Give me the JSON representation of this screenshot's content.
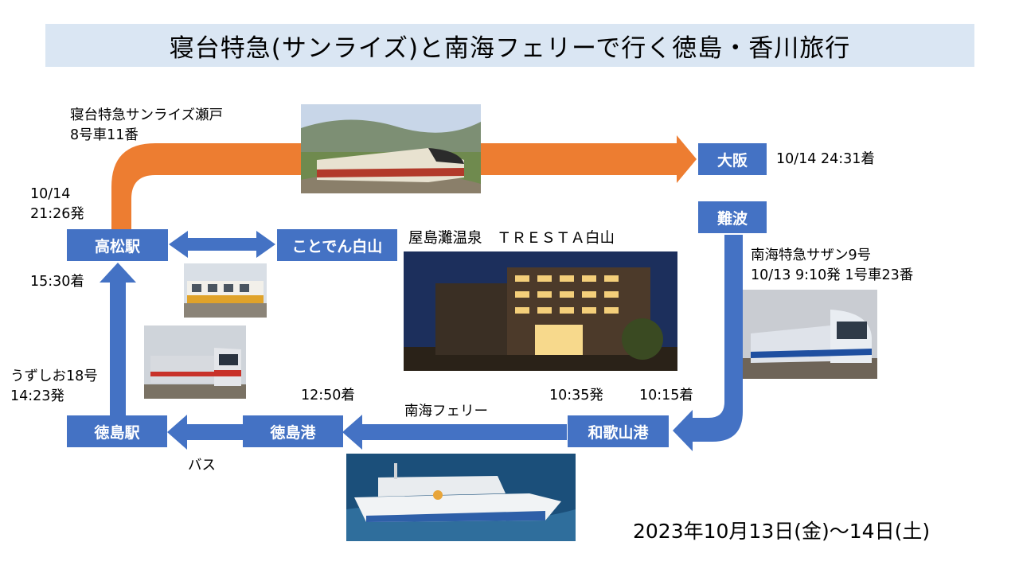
{
  "title": "寝台特急(サンライズ)と南海フェリーで行く徳島・香川旅行",
  "date_range": "2023年10月13日(金)～14日(土)",
  "colors": {
    "accent": "#4472c4",
    "train_route": "#ed7d31",
    "title_bg": "#dae6f3"
  },
  "stations": {
    "osaka": "大阪",
    "namba": "難波",
    "wakayama_port": "和歌山港",
    "tokushima_port": "徳島港",
    "tokushima_station": "徳島駅",
    "takamatsu_station": "高松駅",
    "kotoden_shiroyama": "ことでん白山"
  },
  "labels": {
    "sunrise_train": "寝台特急サンライズ瀬戸",
    "sunrise_seat": "8号車11番",
    "depart_date": "10/14",
    "depart_time": "21:26発",
    "osaka_arrival": "10/14 24:31着",
    "hotel": "屋島灘温泉　ＴＲＥＳＴＡ白山",
    "southern_train": "南海特急サザン9号",
    "southern_detail": "10/13 9:10発 1号車23番",
    "wakayama_arrive": "10:15着",
    "wakayama_depart": "10:35発",
    "ferry": "南海フェリー",
    "tokushima_port_arrive": "12:50着",
    "bus": "バス",
    "uzushio_train": "うずしお18号",
    "uzushio_depart": "14:23発",
    "takamatsu_arrive": "15:30着"
  },
  "photos": {
    "sunrise": "sunrise-express-photo",
    "kotoden": "kotoden-train-photo",
    "hotel": "hotel-night-photo",
    "southern": "nankai-southern-photo",
    "uzushio": "uzushio-train-photo",
    "ferry": "nankai-ferry-photo"
  }
}
